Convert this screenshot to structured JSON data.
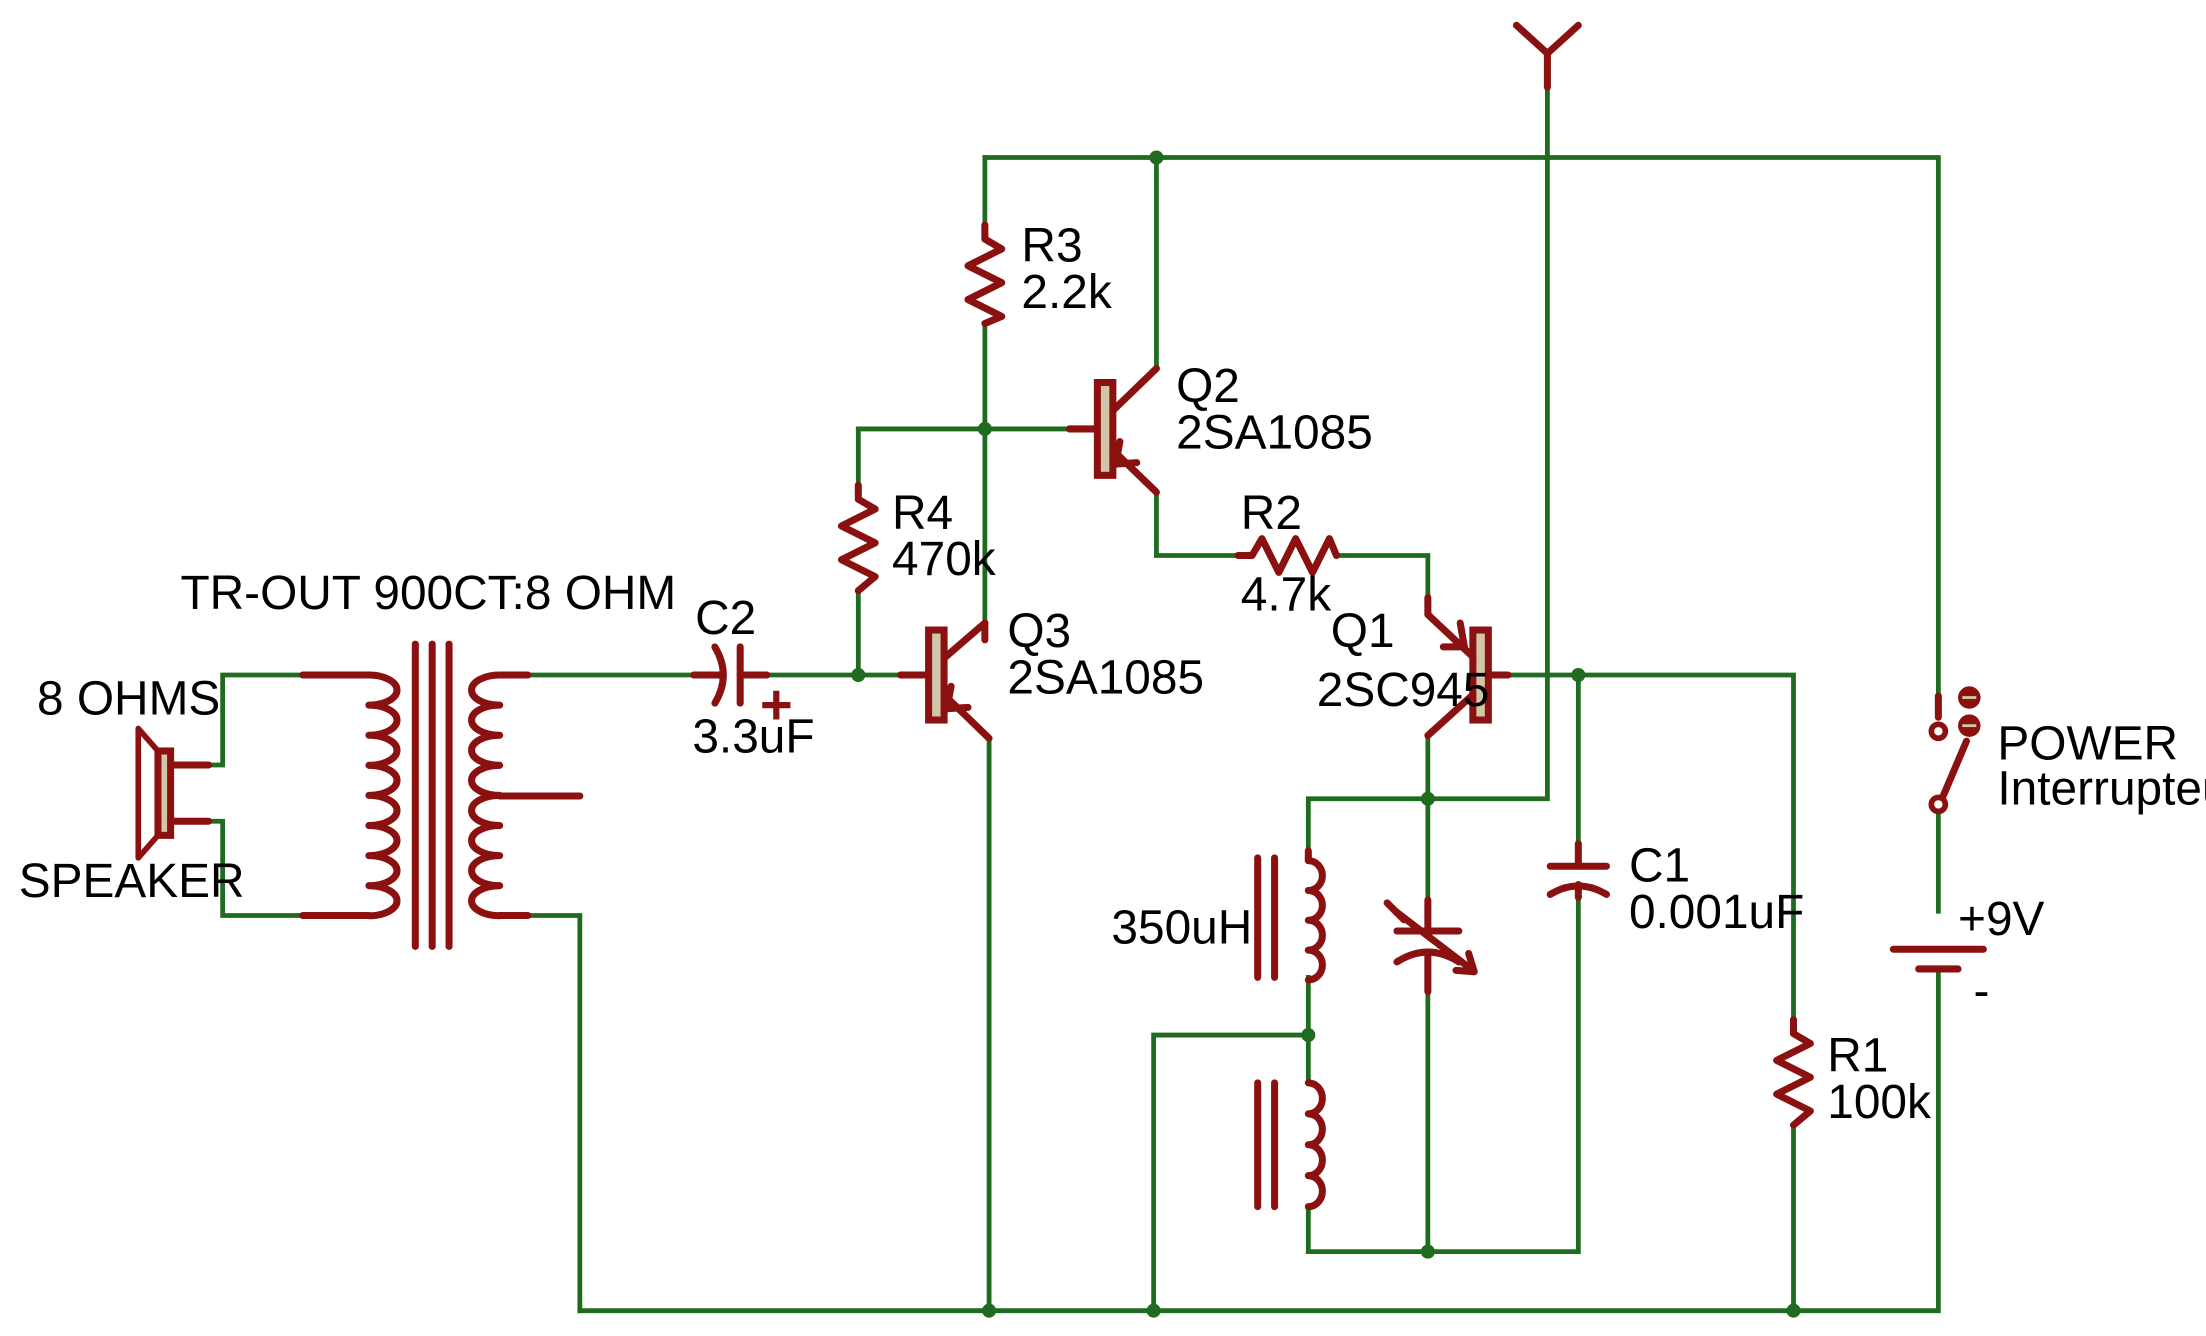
{
  "components": {
    "speaker": {
      "value": "8 OHMS",
      "name": "SPEAKER"
    },
    "transformer": {
      "label": "TR-OUT 900CT:8 OHM"
    },
    "c2": {
      "ref": "C2",
      "value": "3.3uF",
      "polarity": "+"
    },
    "r3": {
      "ref": "R3",
      "value": "2.2k"
    },
    "r4": {
      "ref": "R4",
      "value": "470k"
    },
    "r2": {
      "ref": "R2",
      "value": "4.7k"
    },
    "r1": {
      "ref": "R1",
      "value": "100k"
    },
    "q2": {
      "ref": "Q2",
      "part": "2SA1085"
    },
    "q3": {
      "ref": "Q3",
      "part": "2SA1085"
    },
    "q1": {
      "ref": "Q1",
      "part": "2SC945"
    },
    "c1": {
      "ref": "C1",
      "value": "0.001uF"
    },
    "inductor": {
      "value": "350uH"
    },
    "switch": {
      "name": "POWER",
      "desc": "Interrupteur"
    },
    "battery": {
      "pos": "+9V",
      "neg": "-"
    }
  },
  "colors": {
    "wire": "#1f6b1f",
    "component": "#8b1010",
    "body": "#d2c6a8"
  }
}
